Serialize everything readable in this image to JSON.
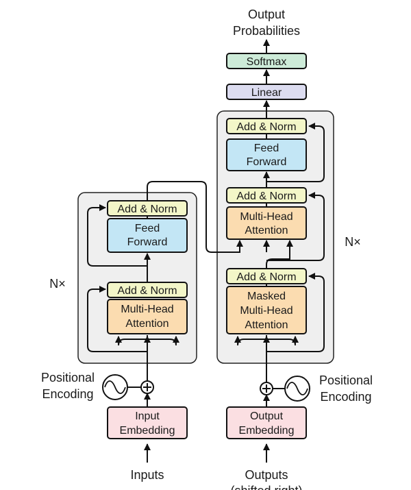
{
  "colors": {
    "add_norm": "#f3f6c8",
    "feed_forward": "#c3e6f5",
    "attention": "#fbdcb0",
    "embedding": "#fbdfe2",
    "linear": "#dcdcf0",
    "softmax": "#cdebd8",
    "stack_bg": "#efefef"
  },
  "labels": {
    "output_prob_1": "Output",
    "output_prob_2": "Probabilities",
    "softmax": "Softmax",
    "linear": "Linear",
    "add_norm": "Add & Norm",
    "feed": "Feed",
    "forward": "Forward",
    "multi_head": "Multi-Head",
    "attention": "Attention",
    "masked": "Masked",
    "input": "Input",
    "output": "Output",
    "embedding": "Embedding",
    "positional": "Positional",
    "encoding": "Encoding",
    "nx": "N×",
    "inputs": "Inputs",
    "outputs": "Outputs",
    "shifted_right": "(shifted right)"
  }
}
